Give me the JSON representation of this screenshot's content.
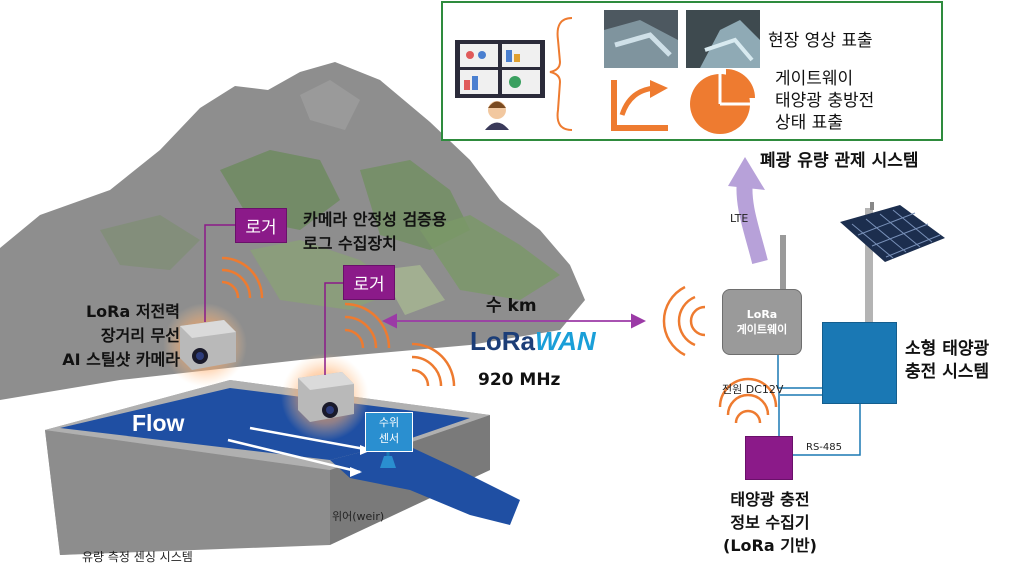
{
  "monitor": {
    "video_label": "현장 영상 표출",
    "status_line1": "게이트웨이",
    "status_line2": "태양광 충방전",
    "status_line3": "상태 표출",
    "system_title": "폐광 유량 관제 시스템"
  },
  "lte_label": "LTE",
  "loggers": {
    "logger1": "로거",
    "logger2": "로거",
    "caption_line1": "카메라 안정성 검증용",
    "caption_line2": "로그 수집장치"
  },
  "camera_label": {
    "line1": "LoRa 저전력",
    "line2": "장거리 무선",
    "line3": "AI 스틸샷 카메라"
  },
  "link": {
    "distance": "수 km",
    "lora_prefix": "LoRa",
    "lora_suffix": "WAN",
    "frequency": "920 MHz"
  },
  "site": {
    "flow_label": "Flow",
    "water_sensor_line1": "수위",
    "water_sensor_line2": "센서",
    "weir_label": "위어(weir)",
    "system_label": "유량 측정 센싱 시스템"
  },
  "gateway": {
    "line1": "LoRa",
    "line2": "게이트웨이",
    "power_label": "전원 DC12V",
    "rs485_label": "RS-485"
  },
  "solar": {
    "line1": "소형 태양광",
    "line2": "충전 시스템"
  },
  "collector": {
    "line1": "태양광 충전",
    "line2": "정보 수집기",
    "line3": "(LoRa 기반)"
  },
  "colors": {
    "logger": "#8b1a89",
    "water": "#1f4fa3",
    "solar_box": "#1a78b4",
    "orange": "#ee7b30",
    "lte_arrow": "#b7a1d9",
    "link": "#9b3aa6"
  }
}
